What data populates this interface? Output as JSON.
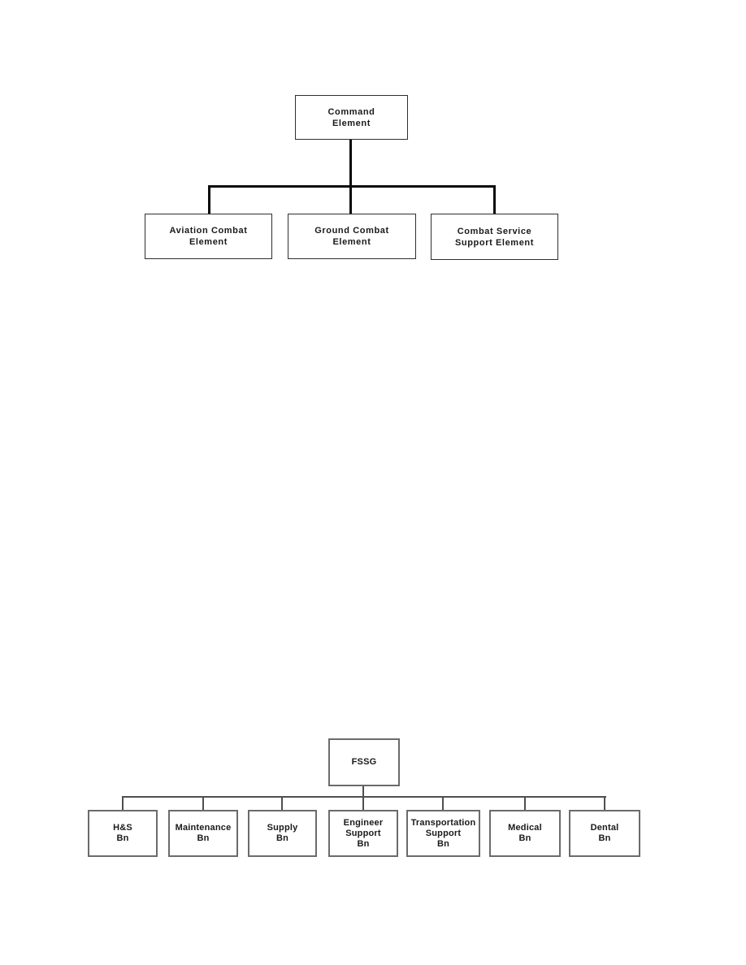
{
  "document": {
    "background_color": "#ffffff",
    "text_color": "#1a1a1a"
  },
  "magtf_chart": {
    "line_color": "#0a0a0a",
    "box_border_color": "#2f2f2f",
    "root": {
      "label": "Command\nElement"
    },
    "children": [
      {
        "label": "Aviation Combat\nElement"
      },
      {
        "label": "Ground Combat\nElement"
      },
      {
        "label": "Combat Service\nSupport Element"
      }
    ]
  },
  "fssg_chart": {
    "line_color": "#4f4f4f",
    "box_border_color": "#6b6b6b",
    "root": {
      "label": "FSSG"
    },
    "children": [
      {
        "label": "H&S\nBn"
      },
      {
        "label": "Maintenance\nBn"
      },
      {
        "label": "Supply\nBn"
      },
      {
        "label": "Engineer\nSupport\nBn"
      },
      {
        "label": "Transportation\nSupport\nBn"
      },
      {
        "label": "Medical\nBn"
      },
      {
        "label": "Dental\nBn"
      }
    ]
  }
}
